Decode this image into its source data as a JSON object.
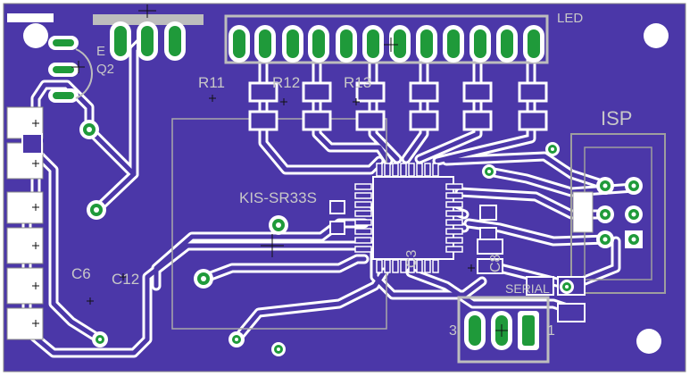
{
  "board": {
    "colors": {
      "background": "#ffffff",
      "copper": "#4b37a8",
      "trace_gap": "#ffffff",
      "silkscreen": "#c8c8c8",
      "pad": "#1f9a3a",
      "pad_ring": "#ffffff",
      "smd_pad": "#4b37a8",
      "outline": "#8a8a8a"
    }
  },
  "labels": {
    "led": "LED",
    "isp": "ISP",
    "r11": "R11",
    "r12": "R12",
    "r13": "R13",
    "q2": "Q2",
    "e": "E",
    "regulator": "KIS-SR33S",
    "c6": "C6",
    "c12": "C12",
    "c8": "C8",
    "c3": "C3",
    "serial": "SERIAL",
    "pin3": "3",
    "pin1": "1"
  }
}
